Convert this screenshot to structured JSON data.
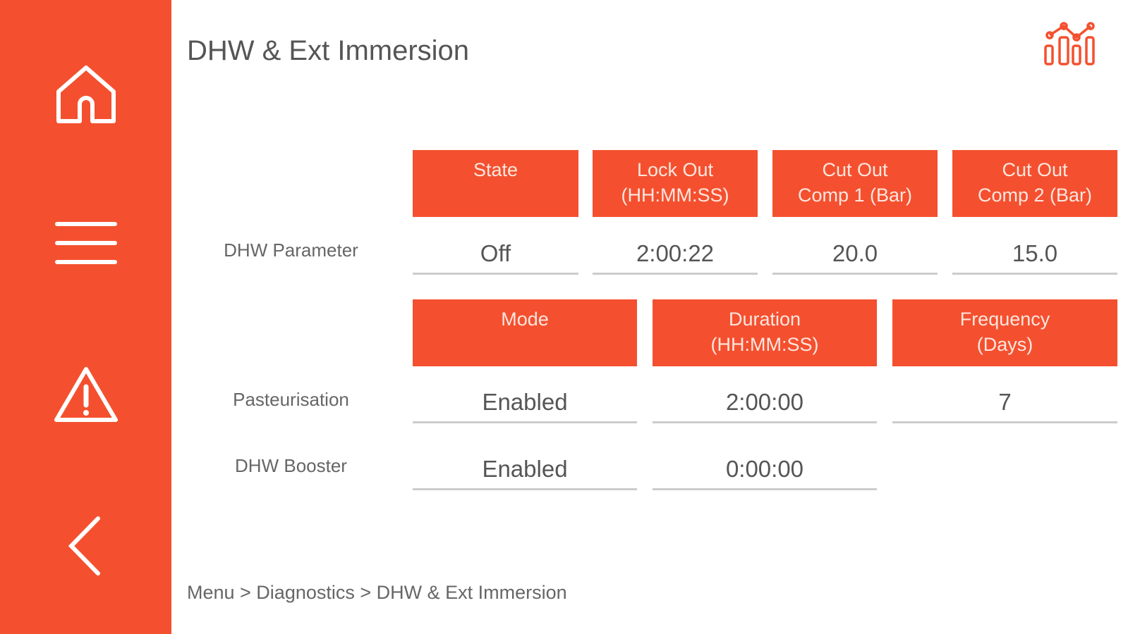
{
  "title": "DHW & Ext Immersion",
  "breadcrumb": "Menu > Diagnostics > DHW & Ext Immersion",
  "colors": {
    "accent": "#f4502f"
  },
  "dhw_parameter": {
    "label": "DHW Parameter",
    "headers": [
      "State",
      "Lock Out\n(HH:MM:SS)",
      "Cut Out\nComp 1 (Bar)",
      "Cut Out\nComp 2 (Bar)"
    ],
    "values": [
      "Off",
      "2:00:22",
      "20.0",
      "15.0"
    ]
  },
  "pasteurisation": {
    "headers": [
      "Mode",
      "Duration\n(HH:MM:SS)",
      "Frequency\n(Days)"
    ],
    "rows": [
      {
        "label": "Pasteurisation",
        "values": [
          "Enabled",
          "2:00:00",
          "7"
        ]
      },
      {
        "label": "DHW Booster",
        "values": [
          "Enabled",
          "0:00:00"
        ]
      }
    ]
  }
}
